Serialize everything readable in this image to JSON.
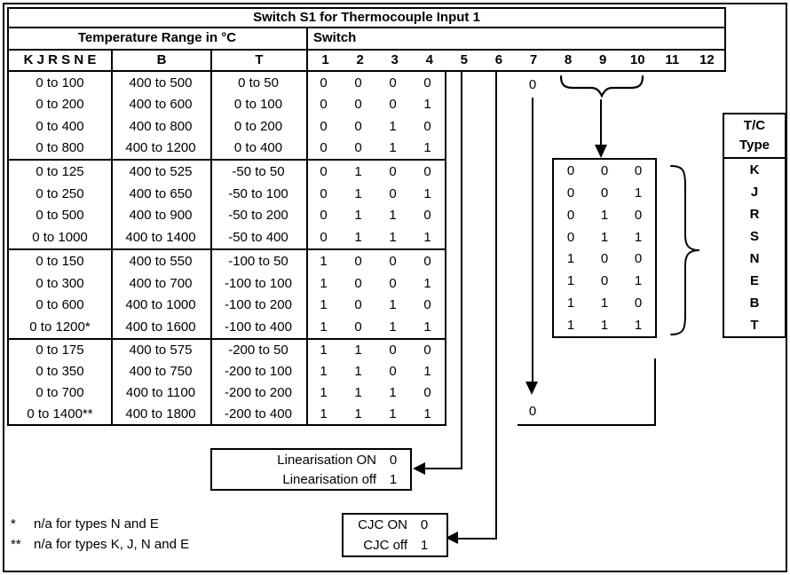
{
  "title": "Switch S1 for Thermocouple Input 1",
  "headers": {
    "temp_range": "Temperature Range in °C",
    "switch_label": "Switch",
    "col_kjrsne": "K J R S N E",
    "col_b": "B",
    "col_t": "T",
    "switch_numbers": [
      "1",
      "2",
      "3",
      "4",
      "5",
      "6",
      "7",
      "8",
      "9",
      "10",
      "11",
      "12"
    ]
  },
  "sections": [
    {
      "rows": [
        {
          "kjrsne": "0 to 100",
          "b": "400 to 500",
          "t": "0 to 50",
          "s1": "0",
          "s2": "0",
          "s3": "0",
          "s4": "0"
        },
        {
          "kjrsne": "0 to 200",
          "b": "400 to 600",
          "t": "0 to 100",
          "s1": "0",
          "s2": "0",
          "s3": "0",
          "s4": "1"
        },
        {
          "kjrsne": "0 to 400",
          "b": "400 to 800",
          "t": "0 to 200",
          "s1": "0",
          "s2": "0",
          "s3": "1",
          "s4": "0"
        },
        {
          "kjrsne": "0 to 800",
          "b": "400 to 1200",
          "t": "0 to 400",
          "s1": "0",
          "s2": "0",
          "s3": "1",
          "s4": "1"
        }
      ]
    },
    {
      "rows": [
        {
          "kjrsne": "0 to 125",
          "b": "400 to 525",
          "t": "-50 to 50",
          "s1": "0",
          "s2": "1",
          "s3": "0",
          "s4": "0"
        },
        {
          "kjrsne": "0 to 250",
          "b": "400 to 650",
          "t": "-50 to 100",
          "s1": "0",
          "s2": "1",
          "s3": "0",
          "s4": "1"
        },
        {
          "kjrsne": "0 to 500",
          "b": "400 to 900",
          "t": "-50 to 200",
          "s1": "0",
          "s2": "1",
          "s3": "1",
          "s4": "0"
        },
        {
          "kjrsne": "0 to 1000",
          "b": "400 to 1400",
          "t": "-50 to 400",
          "s1": "0",
          "s2": "1",
          "s3": "1",
          "s4": "1"
        }
      ]
    },
    {
      "rows": [
        {
          "kjrsne": "0 to 150",
          "b": "400 to 550",
          "t": "-100 to 50",
          "s1": "1",
          "s2": "0",
          "s3": "0",
          "s4": "0"
        },
        {
          "kjrsne": "0 to 300",
          "b": "400 to 700",
          "t": "-100 to 100",
          "s1": "1",
          "s2": "0",
          "s3": "0",
          "s4": "1"
        },
        {
          "kjrsne": "0 to 600",
          "b": "400 to 1000",
          "t": "-100 to 200",
          "s1": "1",
          "s2": "0",
          "s3": "1",
          "s4": "0"
        },
        {
          "kjrsne": "0 to 1200*",
          "b": "400 to 1600",
          "t": "-100 to 400",
          "s1": "1",
          "s2": "0",
          "s3": "1",
          "s4": "1"
        }
      ]
    },
    {
      "rows": [
        {
          "kjrsne": "0 to 175",
          "b": "400 to 575",
          "t": "-200 to 50",
          "s1": "1",
          "s2": "1",
          "s3": "0",
          "s4": "0"
        },
        {
          "kjrsne": "0 to 350",
          "b": "400 to 750",
          "t": "-200 to 100",
          "s1": "1",
          "s2": "1",
          "s3": "0",
          "s4": "1"
        },
        {
          "kjrsne": "0 to 700",
          "b": "400 to 1100",
          "t": "-200 to 200",
          "s1": "1",
          "s2": "1",
          "s3": "1",
          "s4": "0"
        },
        {
          "kjrsne": "0 to 1400**",
          "b": "400 to 1800",
          "t": "-200 to 400",
          "s1": "1",
          "s2": "1",
          "s3": "1",
          "s4": "1"
        }
      ]
    }
  ],
  "annotations": {
    "switch7_value_top": "0",
    "switch7_value_bottom": "0"
  },
  "type_select_table": {
    "rows": [
      {
        "s8": "0",
        "s9": "0",
        "s10": "0"
      },
      {
        "s8": "0",
        "s9": "0",
        "s10": "1"
      },
      {
        "s8": "0",
        "s9": "1",
        "s10": "0"
      },
      {
        "s8": "0",
        "s9": "1",
        "s10": "1"
      },
      {
        "s8": "1",
        "s9": "0",
        "s10": "0"
      },
      {
        "s8": "1",
        "s9": "0",
        "s10": "1"
      },
      {
        "s8": "1",
        "s9": "1",
        "s10": "0"
      },
      {
        "s8": "1",
        "s9": "1",
        "s10": "1"
      }
    ]
  },
  "tc_type": {
    "header_line1": "T/C",
    "header_line2": "Type",
    "types": [
      "K",
      "J",
      "R",
      "S",
      "N",
      "E",
      "B",
      "T"
    ]
  },
  "linearisation_box": {
    "rows": [
      {
        "label": "Linearisation ON",
        "value": "0"
      },
      {
        "label": "Linearisation off",
        "value": "1"
      }
    ]
  },
  "cjc_box": {
    "rows": [
      {
        "label": "CJC ON",
        "value": "0"
      },
      {
        "label": "CJC off",
        "value": "1"
      }
    ]
  },
  "footnotes": [
    {
      "marker": "*",
      "text": "n/a for types N and E"
    },
    {
      "marker": "**",
      "text": "n/a for types K, J, N and E"
    }
  ]
}
